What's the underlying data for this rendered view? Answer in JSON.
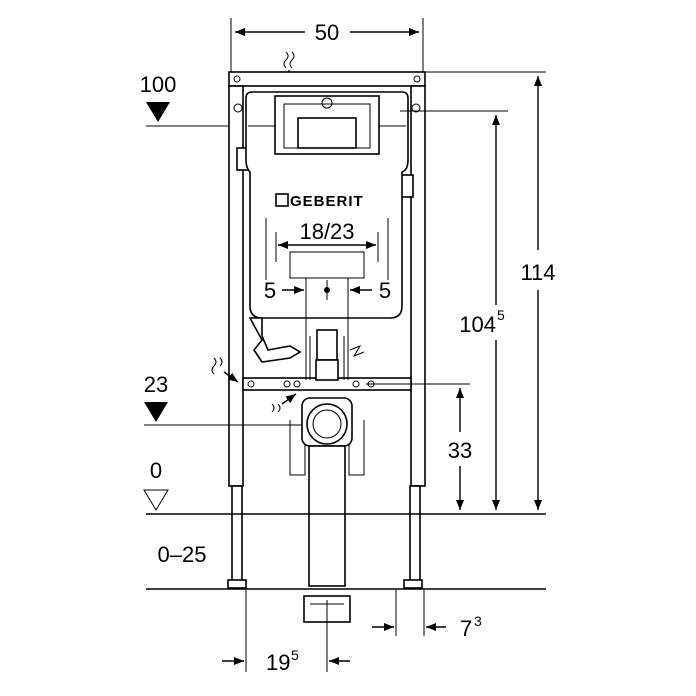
{
  "dimensions": {
    "width_top": "50",
    "level_100": "100",
    "level_23": "23",
    "level_0": "0",
    "floor_range": "0–25",
    "flush_plate": "18/23",
    "offset_left": "5",
    "offset_right": "5",
    "height_total": "114",
    "height_frame_main": "104",
    "height_frame_sup": "5",
    "height_outlet": "33",
    "bottom_left_main": "19",
    "bottom_left_sup": "5",
    "bottom_right_main": "7",
    "bottom_right_sup": "3"
  },
  "brand": "GEBERIT"
}
